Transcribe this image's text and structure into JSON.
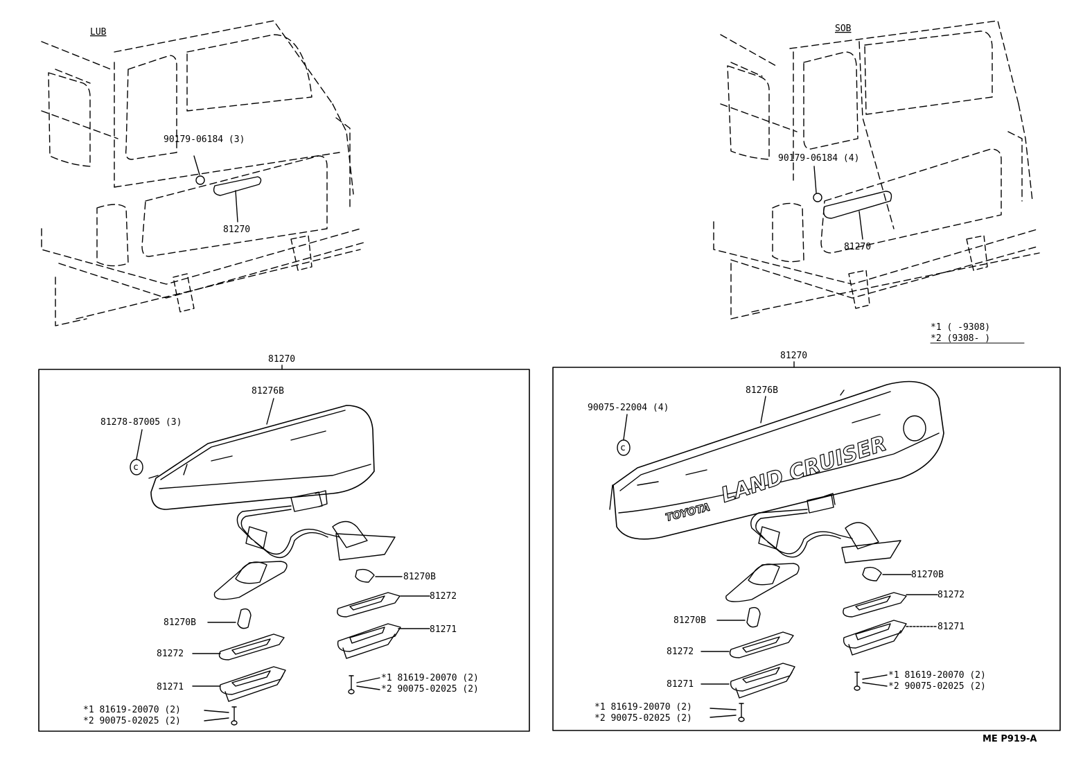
{
  "left_view": {
    "header": "LUB",
    "clip_label": "90179-06184 (3)",
    "lamp_label": "81270"
  },
  "right_view": {
    "header": "SOB",
    "clip_label": "90179-06184 (4)",
    "lamp_label": "81270"
  },
  "date_legend": {
    "line1": "*1  (      -9308)",
    "line2": "*2  (9308-      )"
  },
  "left_box": {
    "title": "81270",
    "lens": "81276B",
    "nut": "81278-87005 (3)",
    "bulb_right": "81270B",
    "gasket_right": "81272",
    "housing_right": "81271",
    "bulb_left": "81270B",
    "gasket_left": "81272",
    "housing_left": "81271",
    "screw_right_1": "*1  81619-20070 (2)",
    "screw_right_2": "*2  90075-02025 (2)",
    "screw_left_1": "*1  81619-20070 (2)",
    "screw_left_2": "*2  90075-02025 (2)"
  },
  "right_box": {
    "title": "81270",
    "lens": "81276B",
    "nut": "90075-22004 (4)",
    "logo_brand": "TOYOTA",
    "logo_model": "LAND CRUISER",
    "bulb_right": "81270B",
    "gasket_right": "81272",
    "housing_right": "81271",
    "bulb_left": "81270B",
    "gasket_left": "81272",
    "housing_left": "81271",
    "screw_right_1": "*1  81619-20070 (2)",
    "screw_right_2": "*2  90075-02025 (2)",
    "screw_left_1": "*1  81619-20070 (2)",
    "screw_left_2": "*2  90075-02025 (2)"
  },
  "figure_code": "ME P919-A"
}
